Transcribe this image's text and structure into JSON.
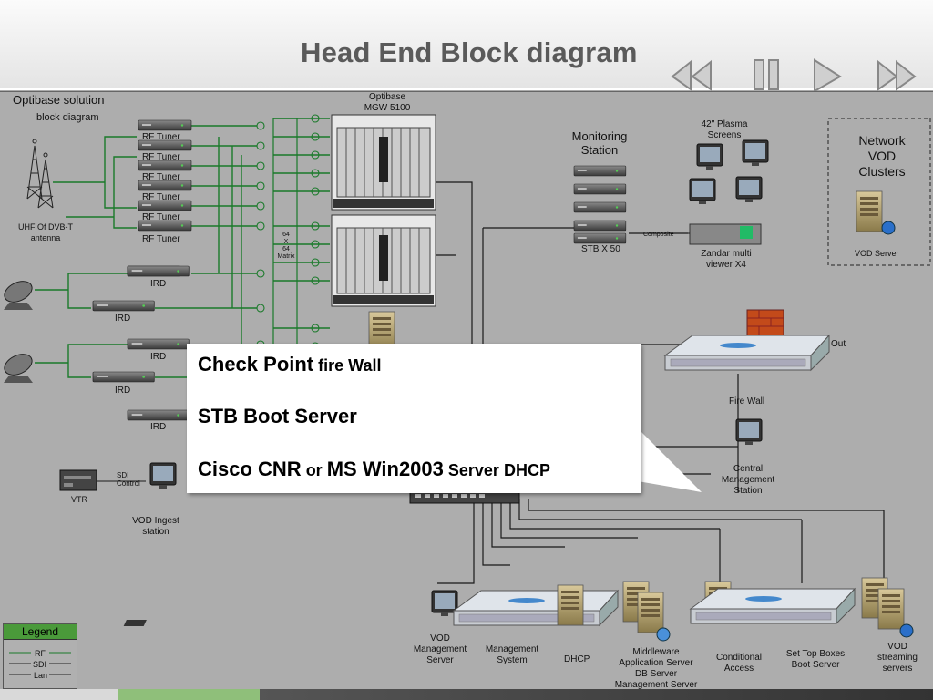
{
  "header": {
    "title": "Head End Block diagram",
    "nav": [
      "rewind",
      "pause",
      "play",
      "fast-forward"
    ]
  },
  "diagram": {
    "section_title": [
      "Optibase solution",
      "block diagram"
    ],
    "antenna_label": [
      "UHF Of DVB-T",
      "antenna"
    ],
    "tuner_label": "RF Tuner",
    "ird_label": "IRD",
    "optibase_label": [
      "Optibase",
      "MGW 5100"
    ],
    "matrix_label": [
      "64",
      "X",
      "64",
      "Matrix"
    ],
    "monitoring_label": [
      "Monitoring",
      "Station"
    ],
    "stb_label": "STB X 50",
    "composite_label": "Composite",
    "plasma_label": [
      "42\" Plasma",
      "Screens"
    ],
    "zandar_label": [
      "Zandar multi",
      "viewer X4"
    ],
    "vod_clusters_label": [
      "Network",
      "VOD",
      "Clusters"
    ],
    "vod_server_label": "VOD Server",
    "out_label": "Out",
    "firewall_label": "Fire Wall",
    "central_mgmt_label": [
      "Central",
      "Management",
      "Station"
    ],
    "vtr_label": "VTR",
    "sdi_label": "SDI",
    "control_label": "Control",
    "vod_ingest_label": [
      "VOD Ingest",
      "station"
    ],
    "bottom_labels": {
      "vod_mgmt": [
        "VOD",
        "Management",
        "Server"
      ],
      "mgmt_system": [
        "Management",
        "System"
      ],
      "dhcp": "DHCP",
      "middleware": [
        "Middleware",
        "Application Server",
        "DB Server",
        "Management Server"
      ],
      "cond_access": [
        "Conditional",
        "Access"
      ],
      "stb_boot": [
        "Set Top Boxes",
        "Boot Server"
      ],
      "vod_stream": [
        "VOD",
        "streaming",
        "servers"
      ]
    },
    "legend": {
      "title": "Legend",
      "items": [
        "RF",
        "SDI",
        "Lan"
      ]
    }
  },
  "callout": {
    "line1_a": "Check Point",
    "line1_b": " fire Wall",
    "line2": "STB Boot Server",
    "line3_a": "Cisco CNR",
    "line3_b": " or ",
    "line3_c": "MS Win2003",
    "line3_d": " Server DHCP"
  },
  "colors": {
    "rf_line": "#1a7a2a",
    "lan_line": "#1a1a1a",
    "legend_header": "#4a9a3a"
  }
}
